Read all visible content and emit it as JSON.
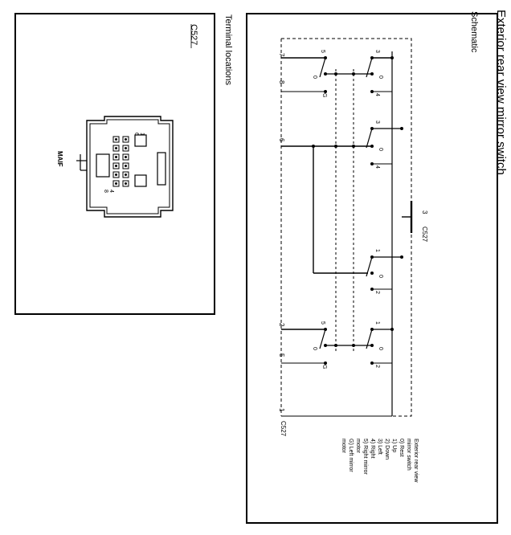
{
  "page": {
    "title": "Exterior rear view mirror switch",
    "subtitle": "Schematic",
    "terminal_heading": "Terminal locations"
  },
  "connector": {
    "id": "C527",
    "label": "MAIF",
    "pin_labels": {
      "p6": "6",
      "p1": "1",
      "p8": "8",
      "p4": "4"
    }
  },
  "schematic": {
    "connector_id": "C527",
    "connector_pin": "3",
    "left_pins": [
      "7",
      "8",
      "6",
      "2",
      "5",
      "1"
    ],
    "contacts": {
      "a": [
        "5",
        "0",
        "G"
      ],
      "b": [
        "3",
        "0",
        "4"
      ],
      "c": [
        "3",
        "0",
        "4"
      ],
      "d": [
        "1",
        "0",
        "2"
      ],
      "e": [
        "5",
        "0",
        "G"
      ],
      "f": [
        "1",
        "0",
        "2"
      ]
    },
    "legend": [
      "Exterior rear view",
      "mirror switch",
      "0)  Rest",
      "1)  Up",
      "2)  Down",
      "3)  Left",
      "4)  Right",
      "5)  Right mirror",
      "      motor",
      "G)  Left mirror",
      "      motor"
    ]
  }
}
